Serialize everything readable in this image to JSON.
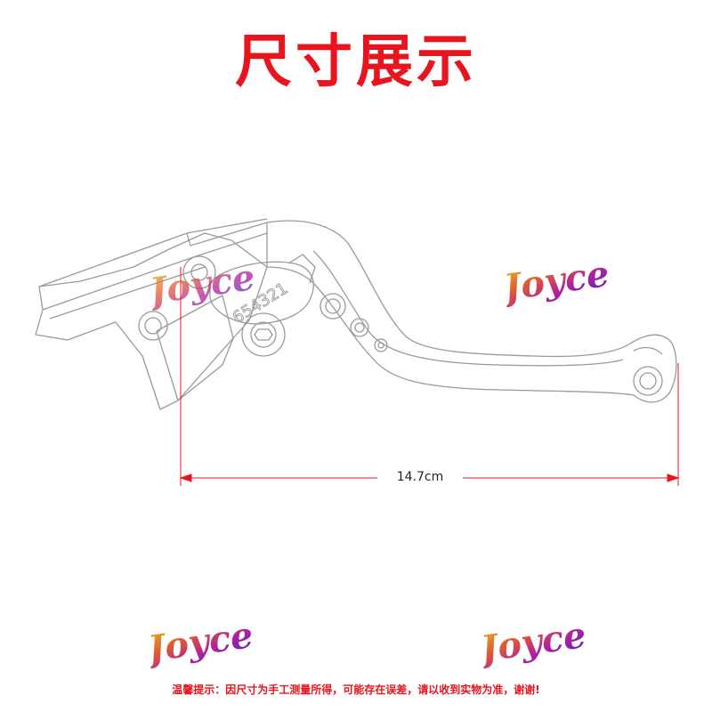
{
  "header": {
    "title": "尺寸展示"
  },
  "dimension": {
    "label": "14.7cm"
  },
  "lever": {
    "adjuster_numbers": "654321"
  },
  "watermarks": [
    "Joyce",
    "Joyce",
    "Joyce",
    "Joyce"
  ],
  "footer": {
    "notice": "温馨提示：因尺寸为手工测量所得，可能存在误差，请以收到实物为准，谢谢!"
  },
  "colors": {
    "accent": "#e8141e",
    "outline": "#9a9a9a",
    "dimension_line": "#e8141e"
  }
}
